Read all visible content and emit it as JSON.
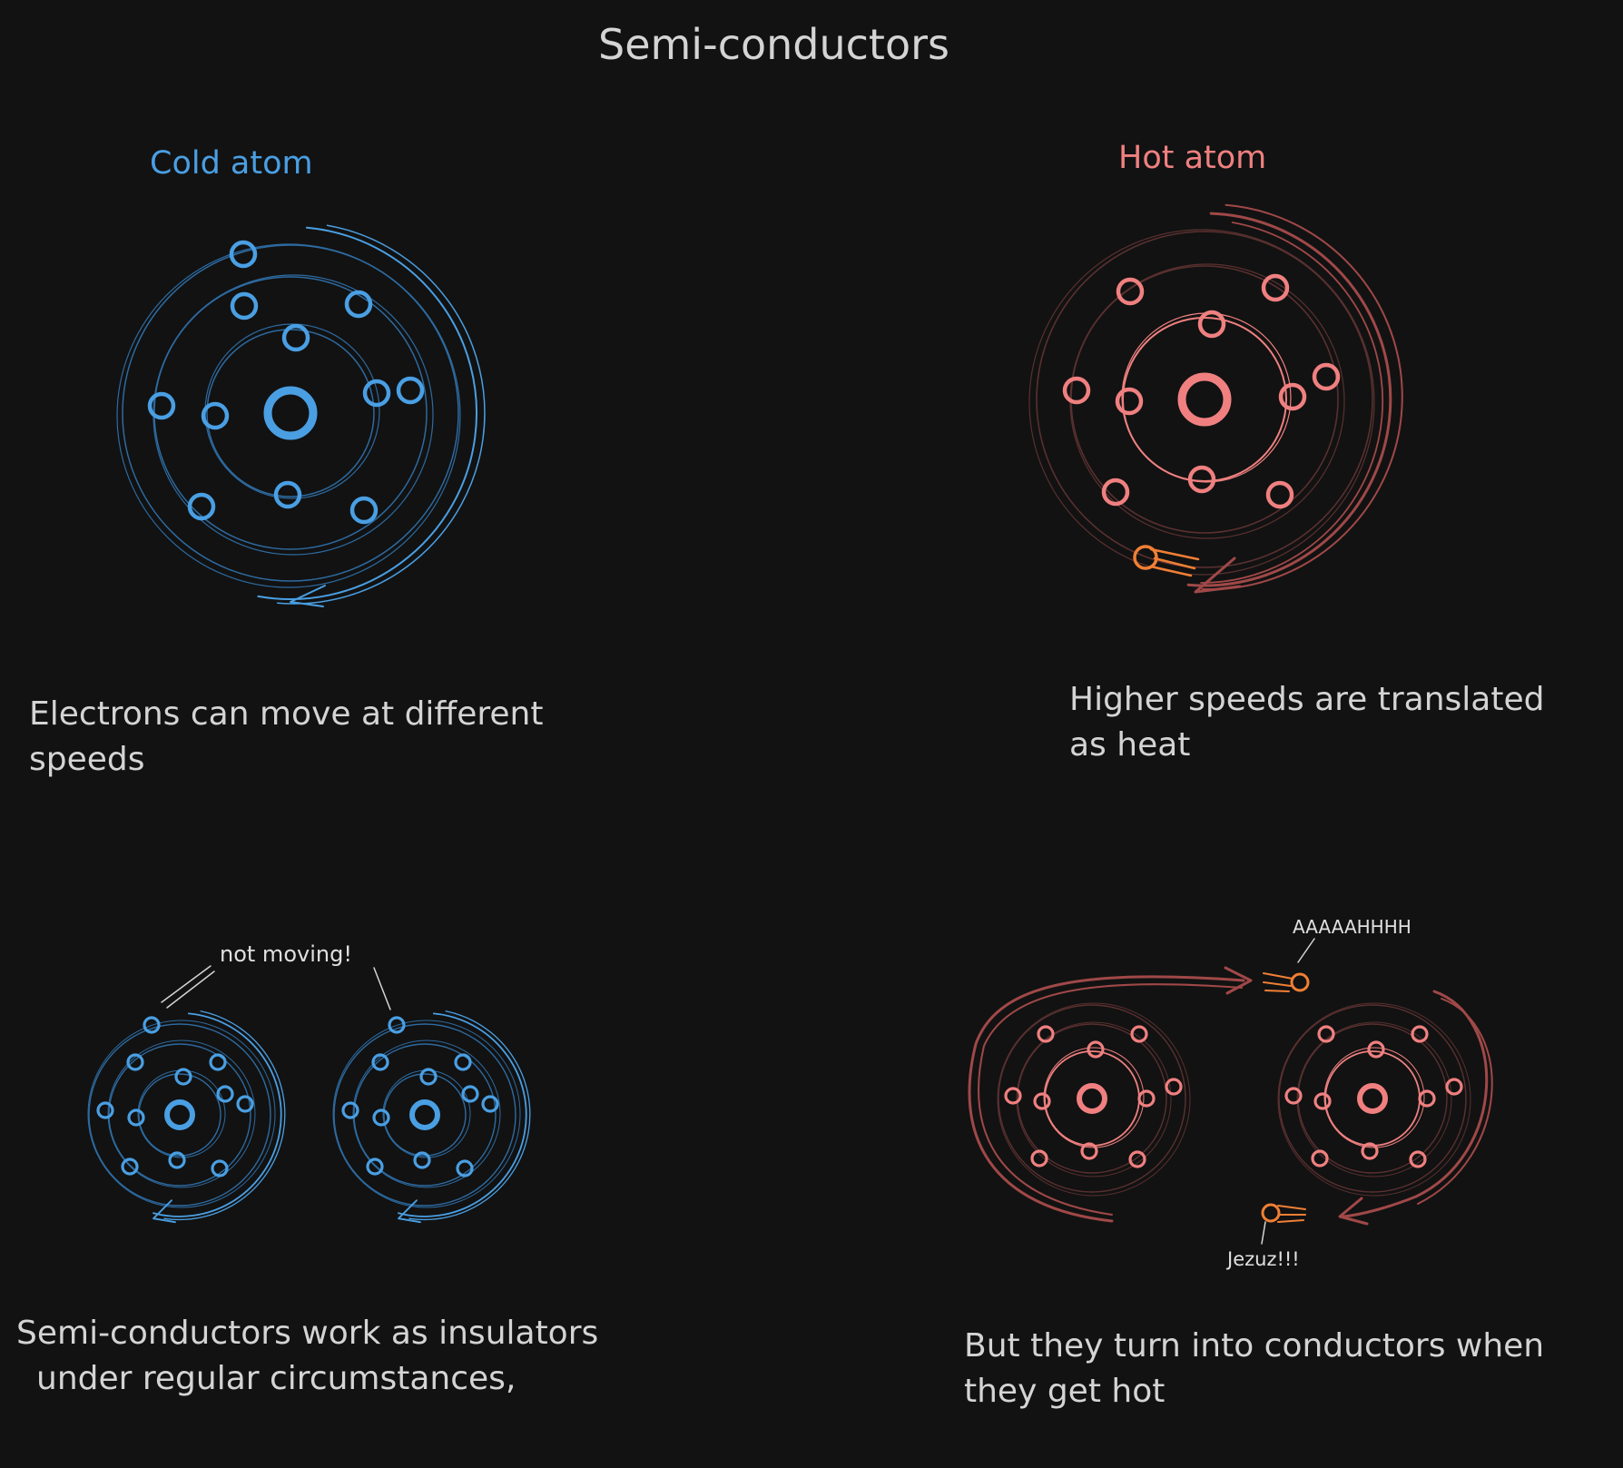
{
  "title": "Semi-conductors",
  "cold_label": "Cold atom",
  "hot_label": "Hot atom",
  "text_speeds_l1": "Electrons can move at different",
  "text_speeds_l2": "speeds",
  "text_heat_l1": "Higher speeds are translated",
  "text_heat_l2": "as heat",
  "text_insulator_l1": "Semi-conductors work as insulators",
  "text_insulator_l2": "under regular circumstances,",
  "text_conductor_l1": "But they turn into conductors when",
  "text_conductor_l2": "they get hot",
  "note_not_moving": "not moving!",
  "note_aaah": "AAAAAHHHH",
  "note_jezuz": "Jezuz!!!",
  "colors": {
    "cold": "#4a9fe3",
    "cold_dark": "#2d6aa0",
    "hot": "#f08080",
    "hot_dark": "#a04848",
    "hot_faint": "#5a3030",
    "orange": "#f07f35",
    "text": "#d4d4d4"
  }
}
